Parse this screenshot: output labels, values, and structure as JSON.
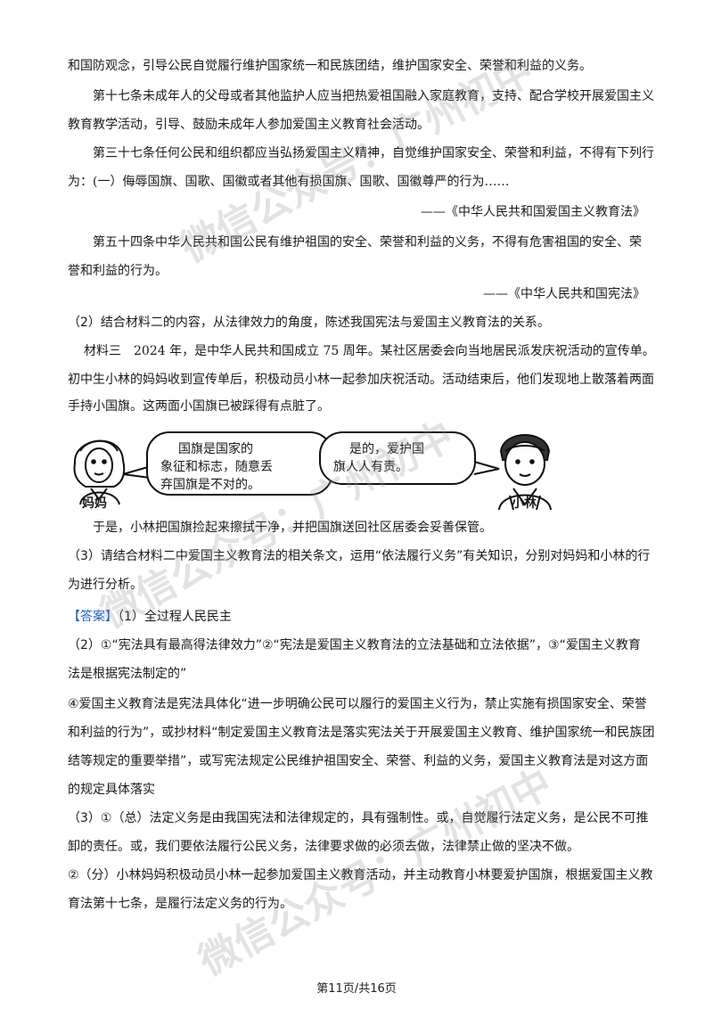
{
  "lines": {
    "l1": "和国防观念，引导公民自觉履行维护国家统一和民族团结，维护国家安全、荣誉和利益的义务。",
    "l2": "第十七条未成年人的父母或者其他监护人应当把热爱祖国融入家庭教育，支持、配合学校开展爱国主义",
    "l3": "教育教学活动，引导、鼓励未成年人参加爱国主义教育社会活动。",
    "l4": "第三十七条任何公民和组织都应当弘扬爱国主义精神，自觉维护国家安全、荣誉和利益，不得有下列行",
    "l5": "为：(一）侮辱国旗、国歌、国徽或者其他有损国旗、国歌、国徽尊严的行为……",
    "l6": "——《中华人民共和国爱国主义教育法》",
    "l7": "第五十四条中华人民共和国公民有维护祖国的安全、荣誉和利益的义务，不得有危害祖国的安全、荣",
    "l8": "誉和利益的行为。",
    "l9": "——《中华人民共和国宪法》",
    "l10": "（2）结合材料二的内容，从法律效力的角度，陈述我国宪法与爱国主义教育法的关系。",
    "l11": "材料三　2024 年，是中华人民共和国成立 75 周年。某社区居委会向当地居民派发庆祝活动的宣传单。",
    "l12": "初中生小林的妈妈收到宣传单后，积极动员小林一起参加庆祝活动。活动结束后，他们发现地上散落着两面",
    "l13": "手持小国旗。这两面小国旗已被踩得有点脏了。",
    "l14": "于是，小林把国旗捡起来擦拭干净，并把国旗送回社区居委会妥善保管。",
    "l15": "（3）请结合材料二中爱国主义教育法的相关条文，运用“依法履行义务”有关知识，分别对妈妈和小林的行",
    "l16": "为进行分析。",
    "l17_tag": "【答案】",
    "l17": "（1）全过程人民民主",
    "l18": "（2）①“宪法具有最高得法律效力”②“宪法是爱国主义教育法的立法基础和立法依据”，③“爱国主义教育",
    "l19": "法是根据宪法制定的”",
    "l20": "④爱国主义教育法是宪法具体化“进一步明确公民可以履行的爱国主义行为，禁止实施有损国家安全、荣誉",
    "l21": "和利益的行为”，或抄材料“制定爱国主义教育法是落实宪法关于开展爱国主义教育、维护国家统一和民族团",
    "l22": "结等规定的重要举措”，或写宪法规定公民维护祖国安全、荣誉、利益的义务，爱国主义教育法是对这方面",
    "l23": "的规定具体落实",
    "l24": "（3）①（总）法定义务是由我国宪法和法律规定的，具有强制性。或，自觉履行法定义务，是公民不可推",
    "l25": "卸的责任。或，我们要依法履行公民义务，法律要求做的必须去做，法律禁止做的坚决不做。",
    "l26": "②（分）小林妈妈积极动员小林一起参加爱国主义教育活动，并主动教育小林要爱护国旗，根据爱国主义教",
    "l27": "育法第十七条，是履行法定义务的行为。"
  },
  "comic": {
    "mom_bubble": [
      "国旗是国家的",
      "象征和标志，随意丢",
      "弃国旗是不对的。"
    ],
    "lin_bubble": [
      "是的，爱护国",
      "旗人人有责。"
    ],
    "mom_label": "妈妈",
    "lin_label": "小林"
  },
  "watermark": {
    "text_top": "微信公众号：广州初中",
    "text_mid": "微信公众号：广州初中",
    "text_bottom": "微信公众号：广州初中"
  },
  "footer": "第11页/共16页",
  "colors": {
    "answer_tag": "#1f5fbf",
    "text": "#1a1a1a"
  }
}
